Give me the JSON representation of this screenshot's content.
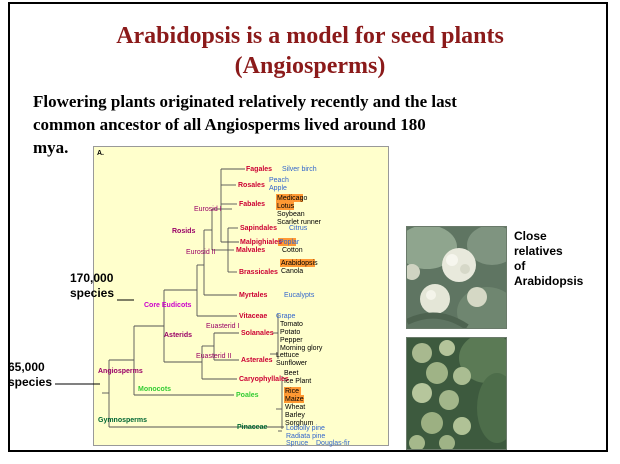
{
  "slide": {
    "title_line1": "Arabidopsis is a model for seed plants",
    "title_line2": "(Angiosperms)",
    "body_line1": "Flowering plants originated relatively recently and the last",
    "body_line2": "common ancestor of all Angiosperms lived around 180",
    "body_line3": "mya.",
    "label_170k_1": "170,000",
    "label_170k_2": "species",
    "label_65k_1": "65,000",
    "label_65k_2": "species",
    "relatives_1": "Close",
    "relatives_2": "relatives",
    "relatives_3": "of",
    "relatives_4": "Arabidopsis"
  },
  "tree": {
    "panel": "A.",
    "clades": {
      "rosids": "Rosids",
      "eurosid1": "Eurosid I",
      "eurosid2": "Eurosid II",
      "core_eudicots": "Core Eudicots",
      "asterids": "Asterids",
      "euasterid1": "Euasterid I",
      "euasterid2": "Euasterid II",
      "angiosperms": "Angiosperms",
      "monocots": "Monocots",
      "gymnosperms": "Gymnosperms"
    },
    "orders": {
      "fagales": "Fagales",
      "rosales": "Rosales",
      "fabales": "Fabales",
      "malpighiales": "Malpighiales",
      "sapindales": "Sapindales",
      "malvales": "Malvales",
      "brassicales": "Brassicales",
      "myrtales": "Myrtales",
      "vitaceae": "Vitaceae",
      "solanales": "Solanales",
      "asterales": "Asterales",
      "caryophyllales": "Caryophyllales",
      "poales": "Poales",
      "pinaceae": "Pinaceae"
    },
    "species": {
      "silver_birch": "Silver birch",
      "peach": "Peach",
      "apple": "Apple",
      "medicago": "Medicago",
      "lotus": "Lotus",
      "soybean": "Soybean",
      "scarlet_runner": "Scarlet runner",
      "poplar": "Poplar",
      "citrus": "Citrus",
      "cotton": "Cotton",
      "arabidopsis": "Arabidopsis",
      "canola": "Canola",
      "eucalypts": "Eucalypts",
      "grape": "Grape",
      "tomato": "Tomato",
      "potato": "Potato",
      "pepper": "Pepper",
      "morning_glory": "Morning glory",
      "lettuce": "Lettuce",
      "sunflower": "Sunflower",
      "beet": "Beet",
      "ice_plant": "Ice Plant",
      "rice": "Rice",
      "maize": "Maize",
      "wheat": "Wheat",
      "barley": "Barley",
      "sorghum": "Sorghum",
      "loblolly_pine": "Loblolly pine",
      "radiata_pine": "Radiata pine",
      "spruce": "Spruce",
      "douglas_fir": "Douglas-fir"
    }
  },
  "colors": {
    "title": "#8b1a1a",
    "order": "#cc0033",
    "clade": "#990066",
    "core_eudicots": "#cc00cc",
    "species_blue": "#3366cc",
    "monocot": "#33cc33",
    "gymnosperm": "#006633",
    "highlight": "#ff9933",
    "panel_bg": "#ffffcc"
  }
}
